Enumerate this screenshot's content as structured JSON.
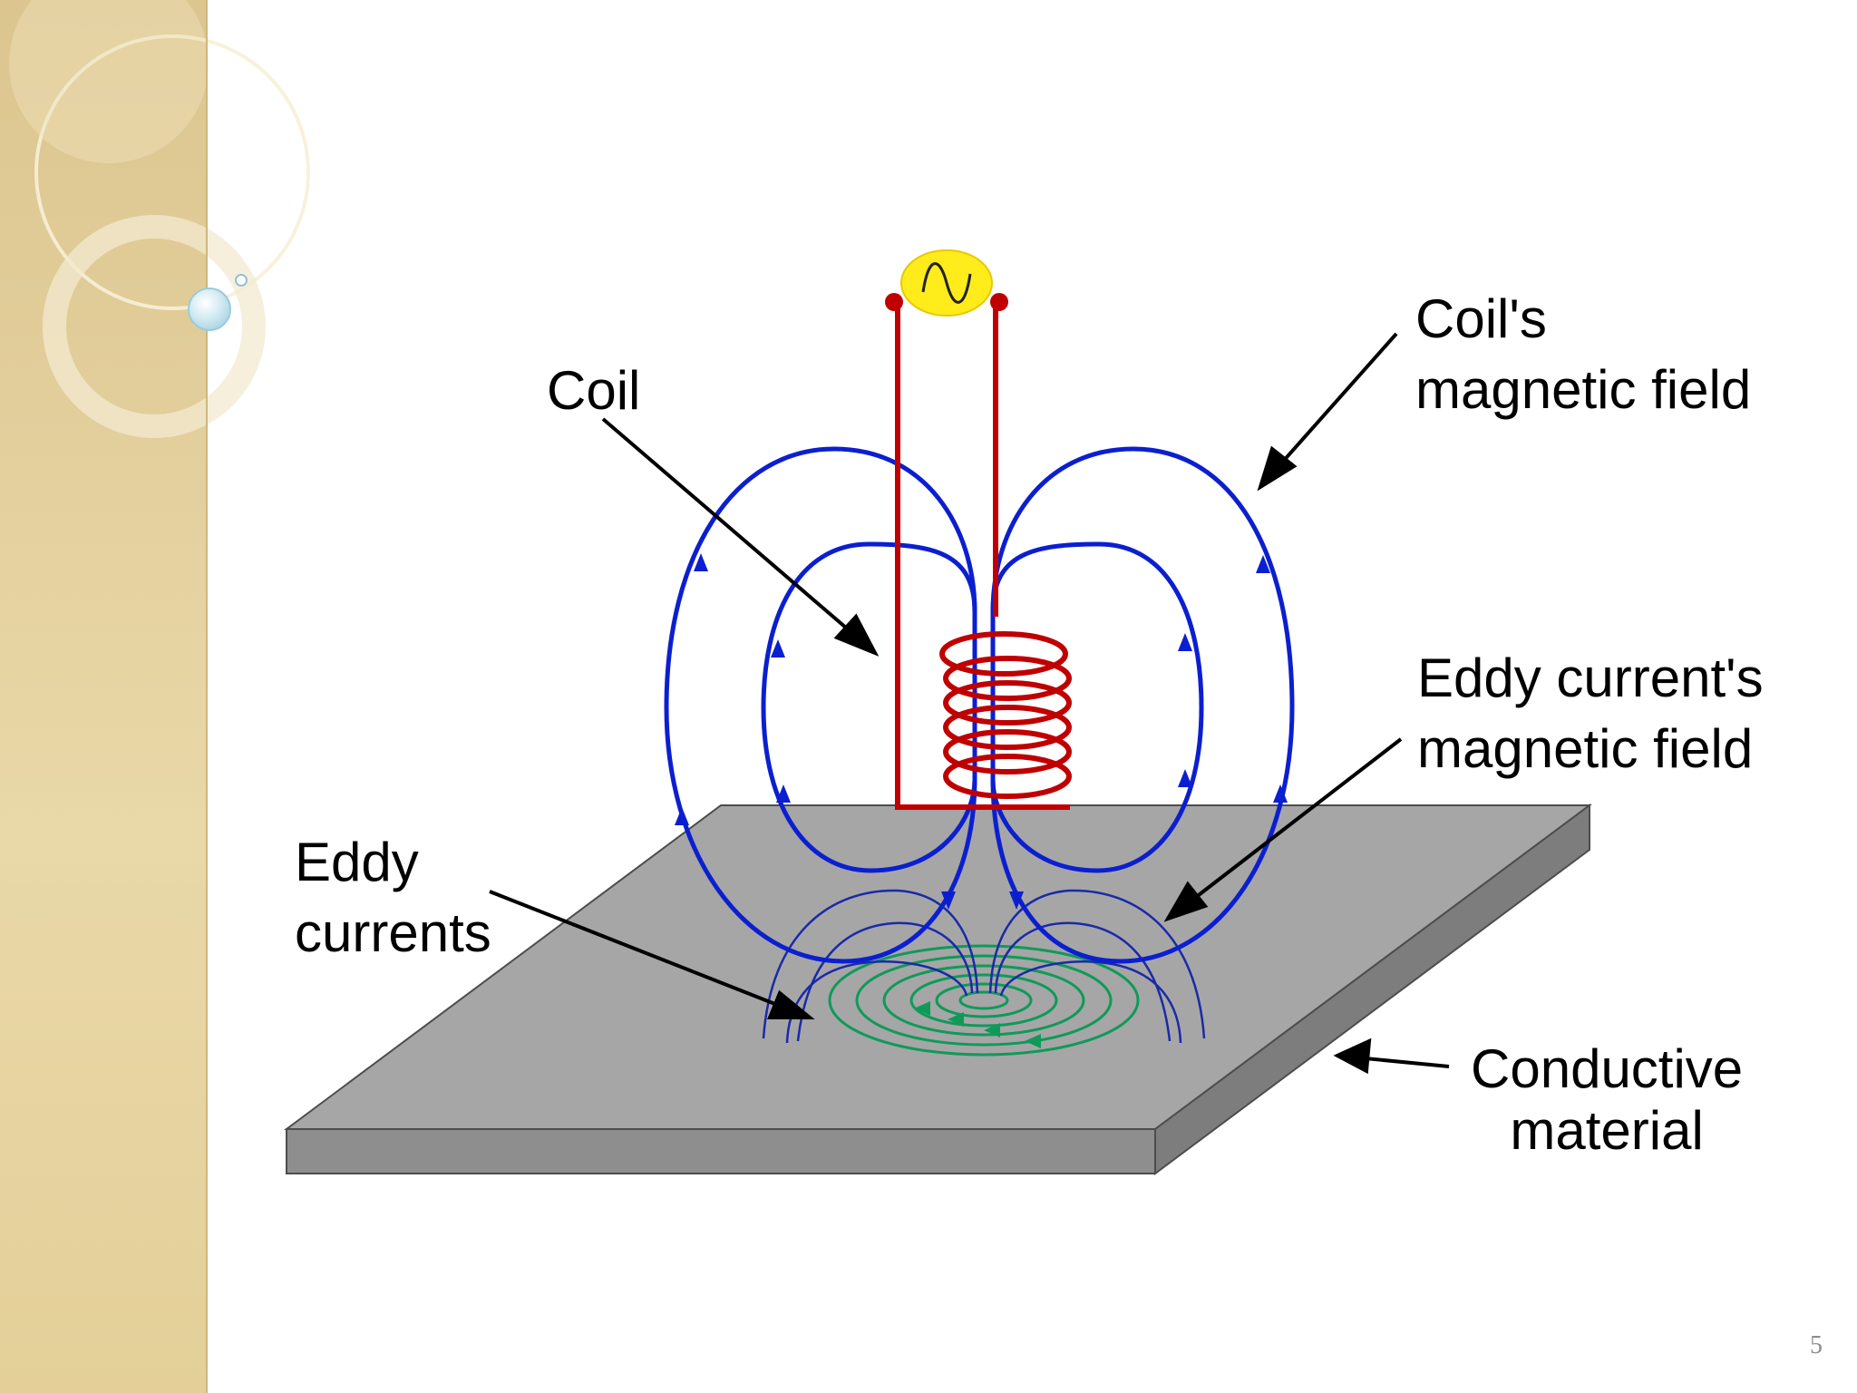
{
  "labels": {
    "coil": "Coil",
    "coil_field_line1": "Coil's",
    "coil_field_line2": "magnetic field",
    "eddy_field_line1": "Eddy current's",
    "eddy_field_line2": "magnetic field",
    "eddy_currents_line1": "Eddy",
    "eddy_currents_line2": "currents",
    "conductive_line1": "Conductive",
    "conductive_line2": "material"
  },
  "page_number": "5",
  "colors": {
    "sidebar": "#e6d2a2",
    "coil_wire": "#c00000",
    "coil_field": "#0b1fd0",
    "eddy_field": "#1a2aa8",
    "eddy_current": "#0f9a5a",
    "plate_top": "#a6a6a6",
    "plate_front": "#8e8e8e",
    "ac_source": "#ffec1a",
    "arrow": "#000000"
  },
  "icons": {
    "ac_source": "ac-source-sine-icon"
  }
}
